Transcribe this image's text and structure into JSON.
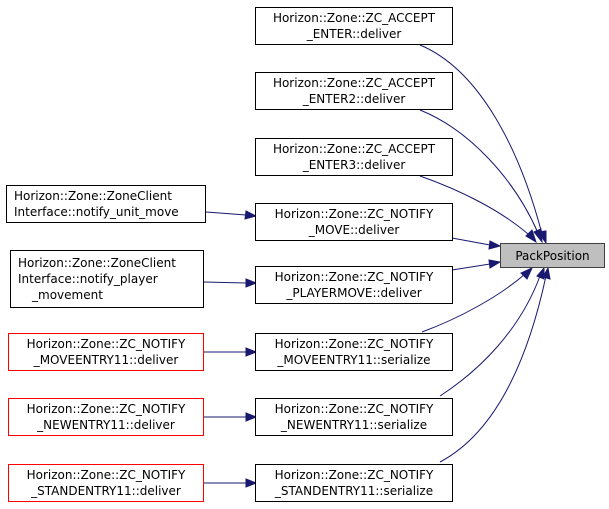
{
  "graph": {
    "colors": {
      "edge": "#191970",
      "node_border": "#000000",
      "external_border": "#ff0000",
      "focus_fill": "#bfbfbf"
    },
    "focus": {
      "label": "PackPosition"
    },
    "callers": {
      "accept_enter": [
        "Horizon::Zone::ZC_ACCEPT",
        "_ENTER::deliver"
      ],
      "accept_enter2": [
        "Horizon::Zone::ZC_ACCEPT",
        "_ENTER2::deliver"
      ],
      "accept_enter3": [
        "Horizon::Zone::ZC_ACCEPT",
        "_ENTER3::deliver"
      ],
      "notify_move": [
        "Horizon::Zone::ZC_NOTIFY",
        "_MOVE::deliver"
      ],
      "notify_playermove": [
        "Horizon::Zone::ZC_NOTIFY",
        "_PLAYERMOVE::deliver"
      ],
      "moveentry11_serialize": [
        "Horizon::Zone::ZC_NOTIFY",
        "_MOVEENTRY11::serialize"
      ],
      "newentry11_serialize": [
        "Horizon::Zone::ZC_NOTIFY",
        "_NEWENTRY11::serialize"
      ],
      "standentry11_serialize": [
        "Horizon::Zone::ZC_NOTIFY",
        "_STANDENTRY11::serialize"
      ]
    },
    "outer_callers": {
      "notify_unit_move": [
        "Horizon::Zone::ZoneClient",
        "Interface::notify_unit_move"
      ],
      "notify_player_movement": [
        "Horizon::Zone::ZoneClient",
        "Interface::notify_player",
        "_movement"
      ],
      "moveentry11_deliver": [
        "Horizon::Zone::ZC_NOTIFY",
        "_MOVEENTRY11::deliver"
      ],
      "newentry11_deliver": [
        "Horizon::Zone::ZC_NOTIFY",
        "_NEWENTRY11::deliver"
      ],
      "standentry11_deliver": [
        "Horizon::Zone::ZC_NOTIFY",
        "_STANDENTRY11::deliver"
      ]
    }
  }
}
